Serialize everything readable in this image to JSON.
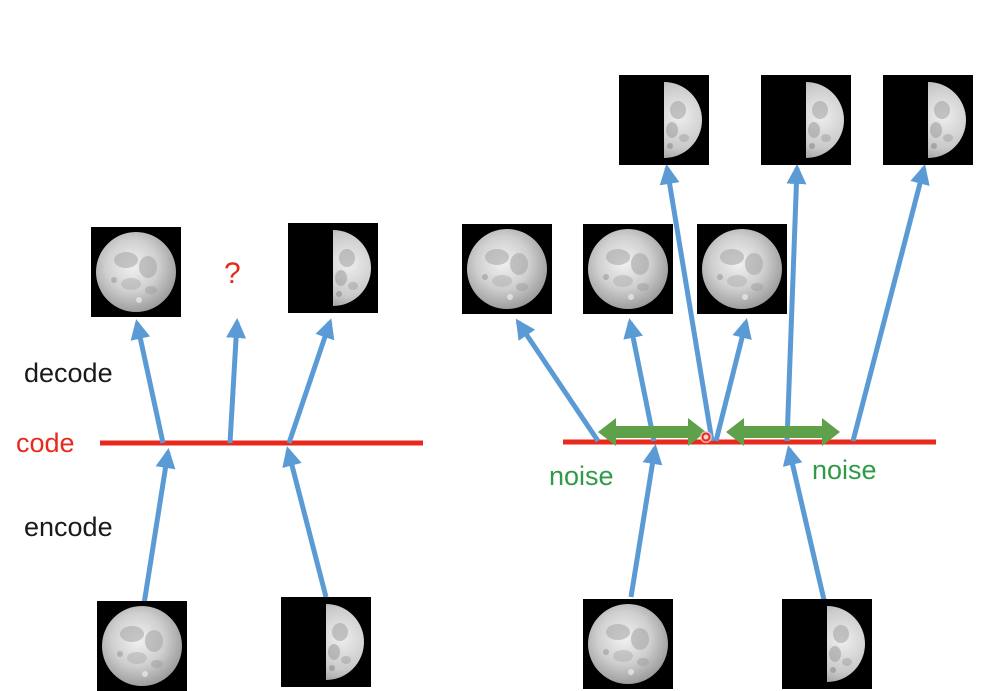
{
  "labels": {
    "decode": "decode",
    "code": "code",
    "encode": "encode",
    "question": "?",
    "noise_left": "noise",
    "noise_right": "noise"
  },
  "images": {
    "full_moon": "full-moon",
    "half_moon": "half-moon"
  },
  "colors": {
    "code_line": "#e8291c",
    "arrow": "#5b9bd5",
    "noise_arrow": "#5fa04a",
    "noise_label": "#2f9a47",
    "text": "#1a1a1a",
    "tile_bg": "#000000"
  }
}
